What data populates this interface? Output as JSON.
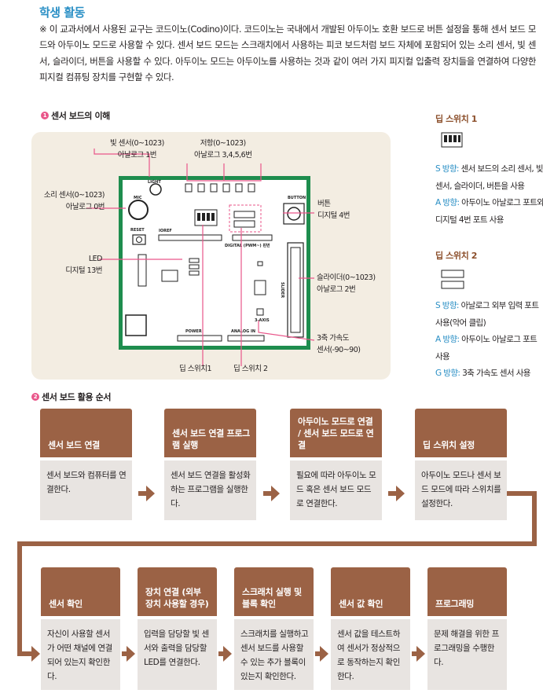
{
  "title": "학생 활동",
  "intro": "※ 이 교과서에서 사용된 교구는 코드이노(Codino)이다. 코드이노는 국내에서 개발된 아두이노 호환 보드로 버튼 설정을 통해 센서 보드 모드와 아두이노 모드로 사용할 수 있다. 센서 보드 모드는 스크래치에서 사용하는 피코 보드처럼 보드 자체에 포함되어 있는 소리 센서, 빛 센서, 슬라이더, 버튼을 사용할 수 있다. 아두이노 모드는 아두이노를 사용하는 것과 같이 여러 가지 피지컬 입출력 장치들을 연결하여 다양한 피지컬 컴퓨팅 장치를 구현할 수 있다.",
  "section1": {
    "num": "1",
    "title": "센서 보드의 이해"
  },
  "section2": {
    "num": "2",
    "title": "센서 보드 활용 순서"
  },
  "diagram": {
    "light": [
      "빛 센서(0~1023)",
      "아날로그 1번"
    ],
    "resistance": [
      "저항(0~1023)",
      "아날로그 3,4,5,6번"
    ],
    "sound": [
      "소리 센서(0~1023)",
      "아날로그 0번"
    ],
    "button": [
      "버튼",
      "디지털 4번"
    ],
    "led": [
      "LED",
      "디지털 13번"
    ],
    "slider": [
      "슬라이더(0~1023)",
      "아날로그 2번"
    ],
    "accel": [
      "3축 가속도",
      "센서(-90~90)"
    ],
    "dip1": "딥 스위치1",
    "dip2": "딥 스위치 2",
    "board_labels": {
      "light": "LIGHT",
      "mic": "MIC",
      "reset": "RESET",
      "button": "BUTTON",
      "slider": "SLIDER",
      "axis": "3-AXIS",
      "power": "POWER",
      "analog": "ANALOG IN",
      "digital": "DIGITAL (PWM~) 핀번",
      "io": "IOREF"
    }
  },
  "tips": {
    "dip1_title": "딥 스위치 1",
    "dip1_s_key": "S 방향:",
    "dip1_s_text": " 센서 보드의 소리 센서, 빛 센서, 슬라이더, 버튼을 사용",
    "dip1_a_key": "A 방향:",
    "dip1_a_text": " 아두이노 아날로그 포트와 디지털 4번 포트 사용",
    "dip2_title": "딥 스위치 2",
    "dip2_s_key": "S 방향:",
    "dip2_s_text": " 아날로그 외부 입력 포트 사용(악어 클립)",
    "dip2_a_key": "A 방향:",
    "dip2_a_text": " 아두이노 아날로그 포트 사용",
    "dip2_g_key": "G 방향:",
    "dip2_g_text": " 3축 가속도 센서 사용"
  },
  "steps_row1": [
    {
      "title": "센서 보드 연결",
      "body": "센서 보드와 컴퓨터를 연결한다."
    },
    {
      "title": "센서 보드 연결 프로그램 실행",
      "body": "센서 보드 연결을 활성화하는 프로그램을 실행한다."
    },
    {
      "title": "아두이노 모드로 연결 / 센서 보드 모드로 연결",
      "body": "필요에 따라 아두이노 모드 혹은 센서 보드 모드로 연결한다."
    },
    {
      "title": "딥 스위치 설정",
      "body": "아두이노 모드나 센서 보드 모드에 따라 스위치를 설정한다."
    }
  ],
  "steps_row2": [
    {
      "title": "센서 확인",
      "body": "자신이 사용할 센서가 어떤 채널에 연결되어 있는지 확인한다."
    },
    {
      "title": "장치 연결 (외부 장치 사용할 경우)",
      "body": "입력을 담당할 빛 센서와 출력을 담당할 LED를 연결한다."
    },
    {
      "title": "스크래치 실행 및 블록 확인",
      "body": "스크래치를 실행하고 센서 보드를 사용할 수 있는 추가 블록이 있는지 확인한다."
    },
    {
      "title": "센서 값 확인",
      "body": "센서 값을 테스트하여 센서가 정상적으로 동작하는지 확인한다."
    },
    {
      "title": "프로그래밍",
      "body": "문제 해결을 위한 프로그래밍을 수행한다."
    }
  ],
  "colors": {
    "accent": "#2a8fc5",
    "step_header": "#9b6245",
    "step_body": "#e8e4e1",
    "board_green": "#1e8d4e",
    "callout_pink": "#e9568a"
  }
}
